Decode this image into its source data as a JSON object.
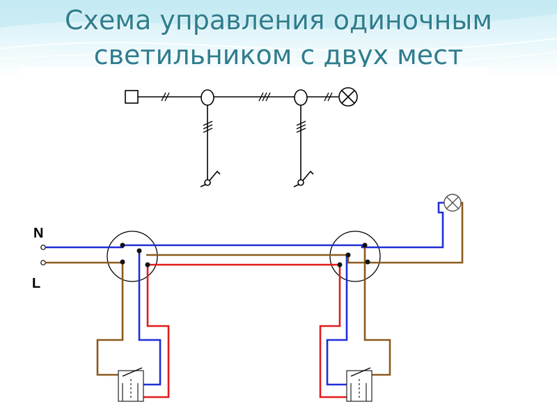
{
  "title": {
    "line1": "Схема управления одиночным",
    "line2": "светильником с двух мест"
  },
  "terminals": {
    "neutral_label": "N",
    "live_label": "L"
  },
  "colors": {
    "title": "#2f7d8d",
    "wire_neutral": "#1f2fd6",
    "wire_live": "#8a5a1e",
    "wire_traveler": "#e01b1b",
    "schematic_line": "#000000",
    "background_header": "#cdeef6"
  },
  "icons": {
    "lamp": "lamp-cross-circle",
    "junction_box": "junction-circle",
    "switch": "two-way-switch",
    "source": "power-source-square"
  }
}
